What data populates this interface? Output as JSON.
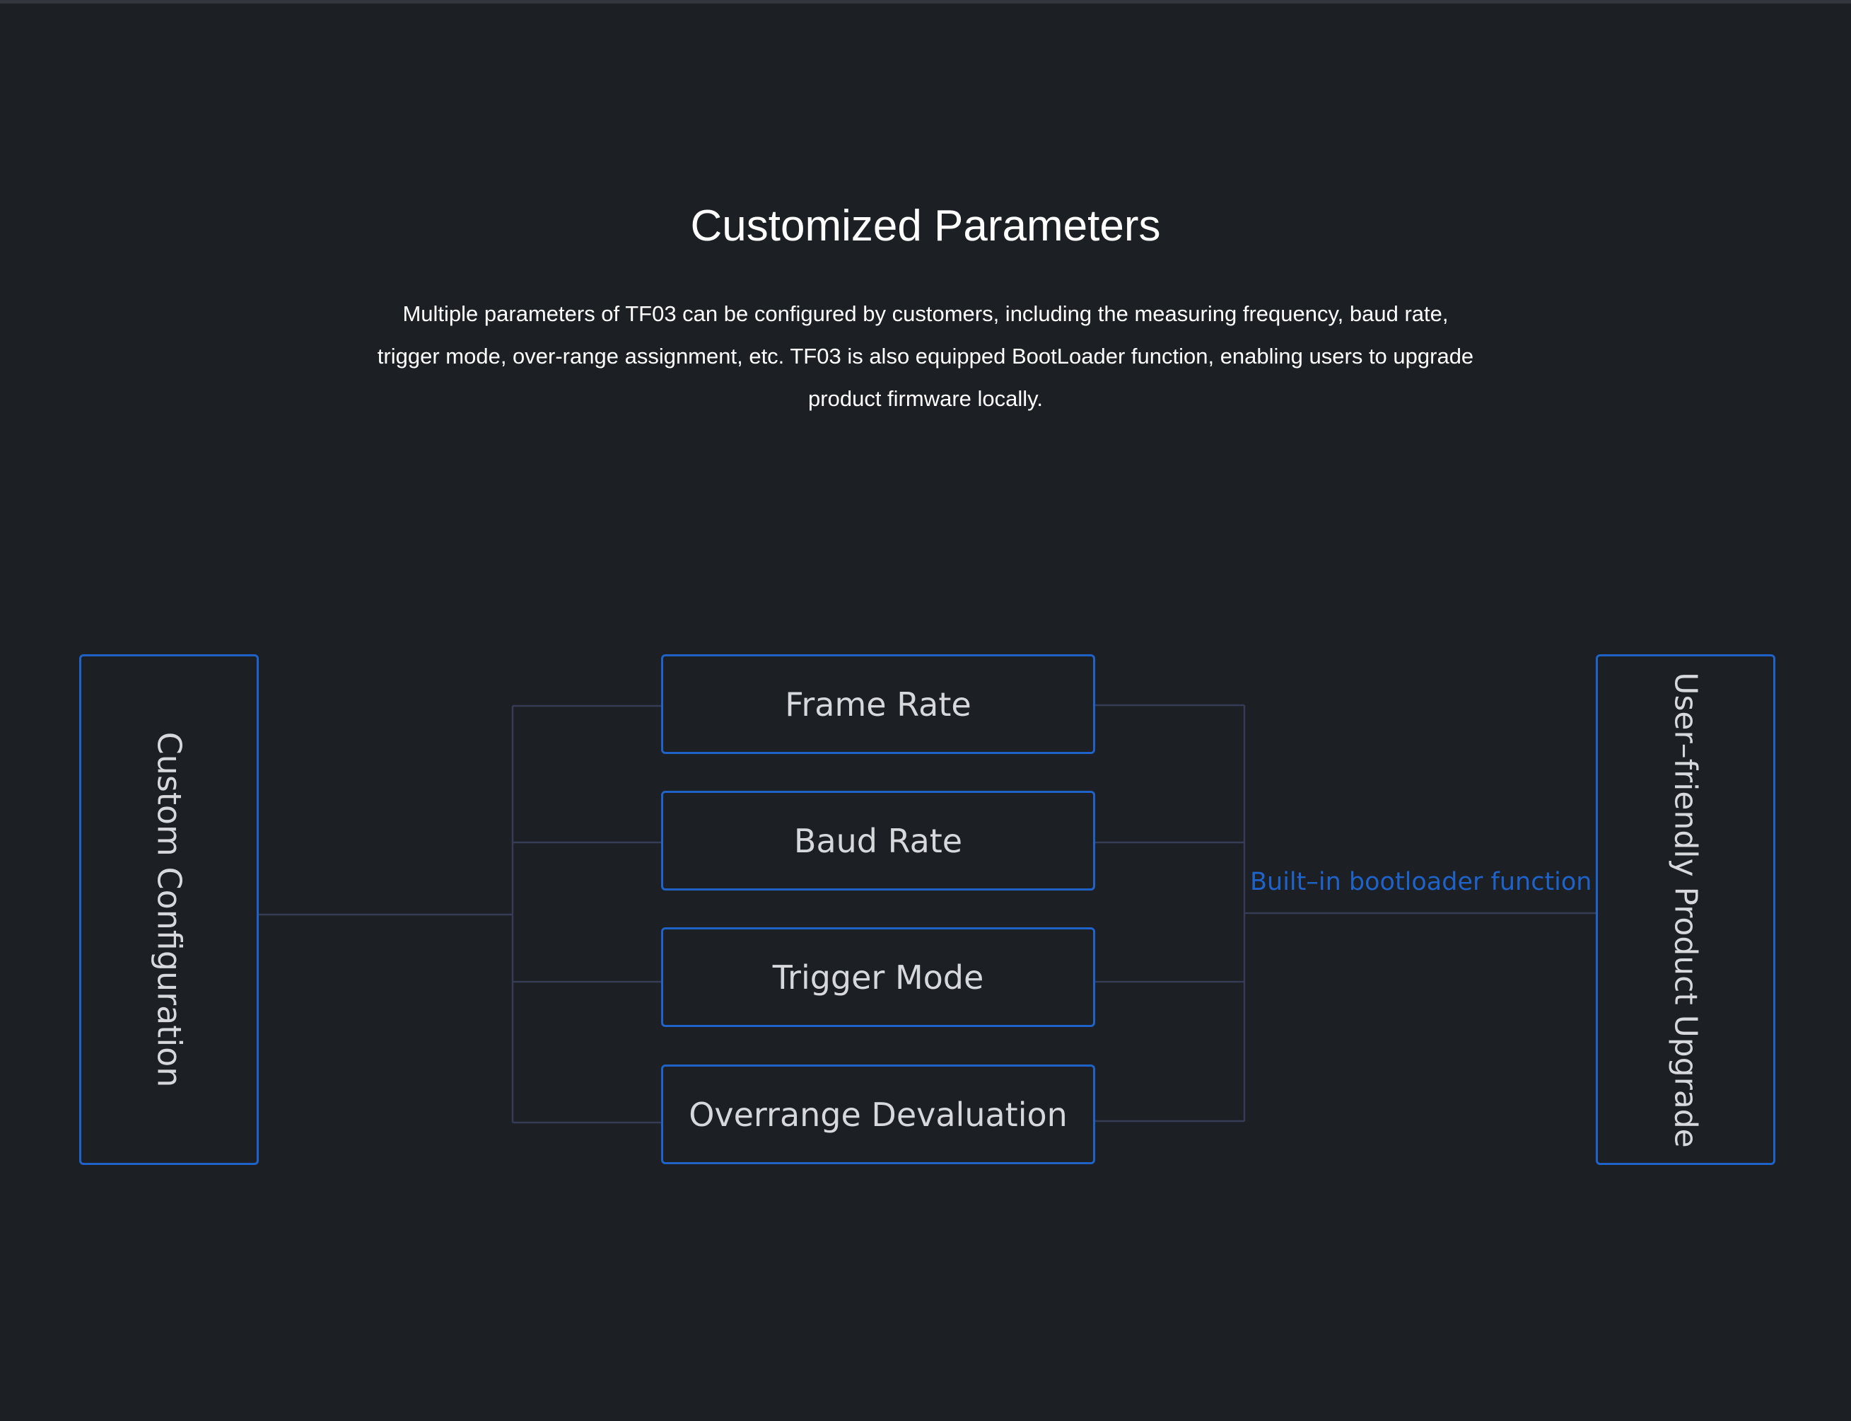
{
  "section": {
    "title": "Customized Parameters",
    "description": "Multiple parameters of TF03 can be configured by customers, including the measuring frequency, baud rate, trigger mode, over-range assignment, etc. TF03 is also equipped BootLoader function, enabling users to upgrade product firmware locally."
  },
  "diagram": {
    "left_box": "Custom Configuration",
    "parameters": [
      "Frame Rate",
      "Baud Rate",
      "Trigger Mode",
      "Overrange Devaluation"
    ],
    "connector_label": "Built–in bootloader function",
    "right_box": "User–friendly Product Upgrade"
  },
  "colors": {
    "background": "#1c1f24",
    "accent_blue": "#1f63c8",
    "connector_line": "#363c55",
    "box_text": "#d6d8dc"
  }
}
